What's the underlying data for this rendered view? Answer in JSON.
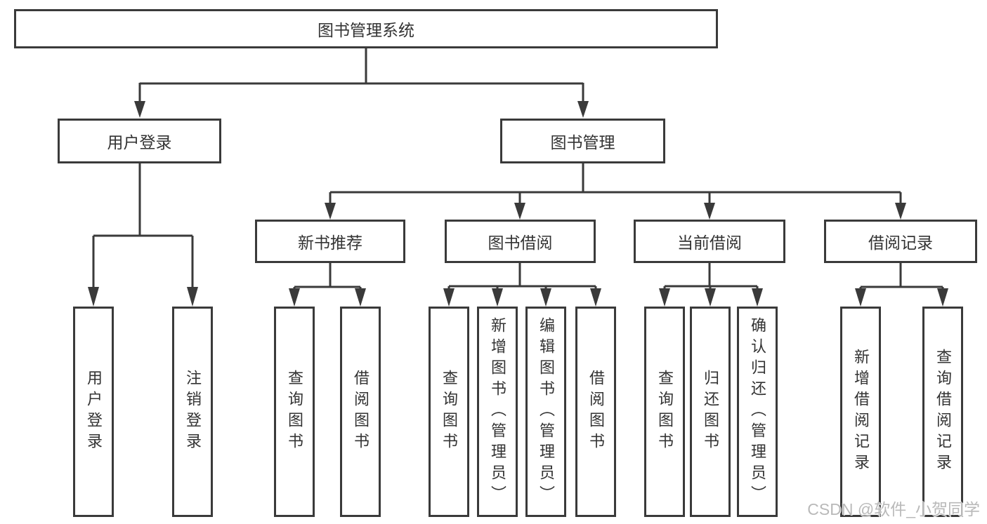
{
  "diagram": {
    "root": {
      "label": "图书管理系统"
    },
    "branches": [
      {
        "label": "用户登录",
        "children": [
          {
            "label": "用户登录"
          },
          {
            "label": "注销登录"
          }
        ]
      },
      {
        "label": "图书管理",
        "children": [
          {
            "label": "新书推荐",
            "children": [
              {
                "label": "查询图书"
              },
              {
                "label": "借阅图书"
              }
            ]
          },
          {
            "label": "图书借阅",
            "children": [
              {
                "label": "查询图书"
              },
              {
                "label": "新增图书（管理员）"
              },
              {
                "label": "编辑图书（管理员）"
              },
              {
                "label": "借阅图书"
              }
            ]
          },
          {
            "label": "当前借阅",
            "children": [
              {
                "label": "查询图书"
              },
              {
                "label": "归还图书"
              },
              {
                "label": "确认归还（管理员）"
              }
            ]
          },
          {
            "label": "借阅记录",
            "children": [
              {
                "label": "新增借阅记录"
              },
              {
                "label": "查询借阅记录"
              }
            ]
          }
        ]
      }
    ]
  },
  "watermark": {
    "text": "CSDN @软件_小贺同学"
  },
  "colors": {
    "line": "#3a3a3a",
    "text": "#333333",
    "watermark": "#b9b9b9",
    "bg": "#ffffff"
  }
}
